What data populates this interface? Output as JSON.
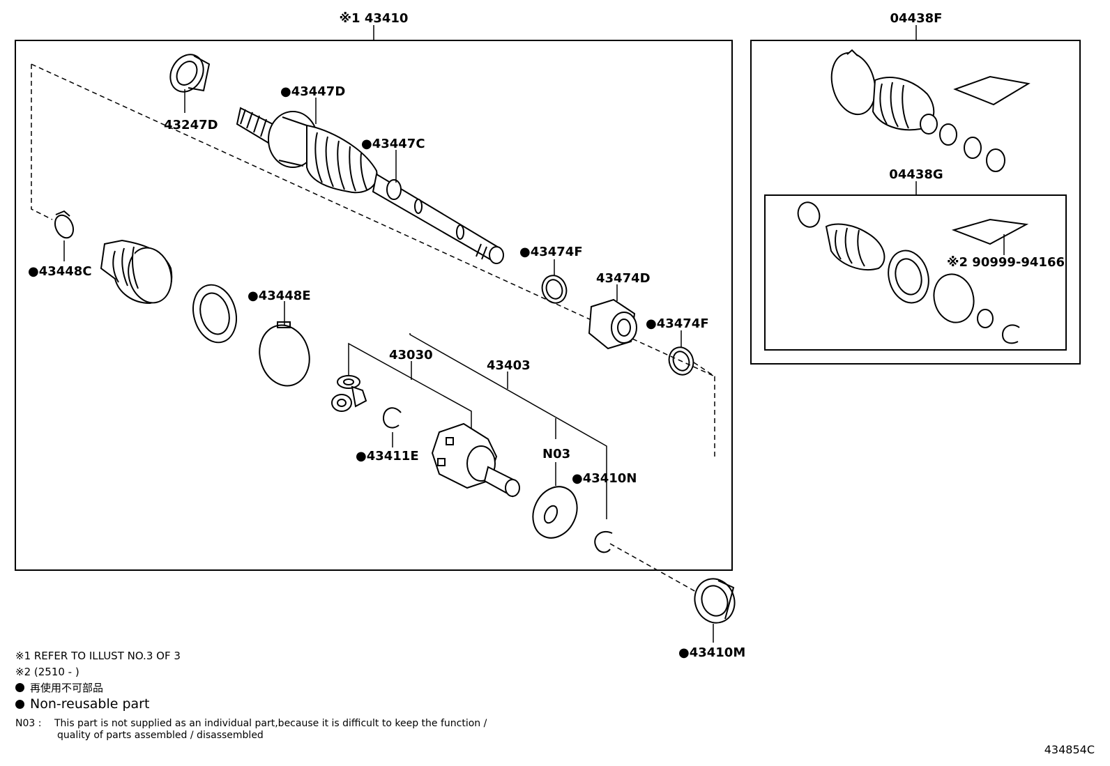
{
  "box_labels": {
    "main": "※1 43410",
    "boot_kit_outer": "04438F",
    "boot_kit_inner": "04438G"
  },
  "parts": {
    "p43247D": "43247D",
    "p43447D": "●43447D",
    "p43447C": "●43447C",
    "p43474F_1": "●43474F",
    "p43474D": "43474D",
    "p43474F_2": "●43474F",
    "p43448C": "●43448C",
    "p43448E": "●43448E",
    "p43030": "43030",
    "p43403": "43403",
    "p43411E": "●43411E",
    "pN03": "N03",
    "p43410N": "●43410N",
    "p43410M": "●43410M",
    "p90999": "※2 90999-94166"
  },
  "notes": {
    "ref": "※1 REFER TO ILLUST NO.3 OF 3",
    "date": "※2 (2510 -        )",
    "jp_nonreusable": "再使用不可部品",
    "nonreusable": "Non-reusable part",
    "n03_code": "N03 :",
    "n03_line1": "This part is not supplied as an individual part,because it is difficult to keep the function /",
    "n03_line2": "quality of parts assembled / disassembled"
  },
  "illustration_id": "434854C"
}
